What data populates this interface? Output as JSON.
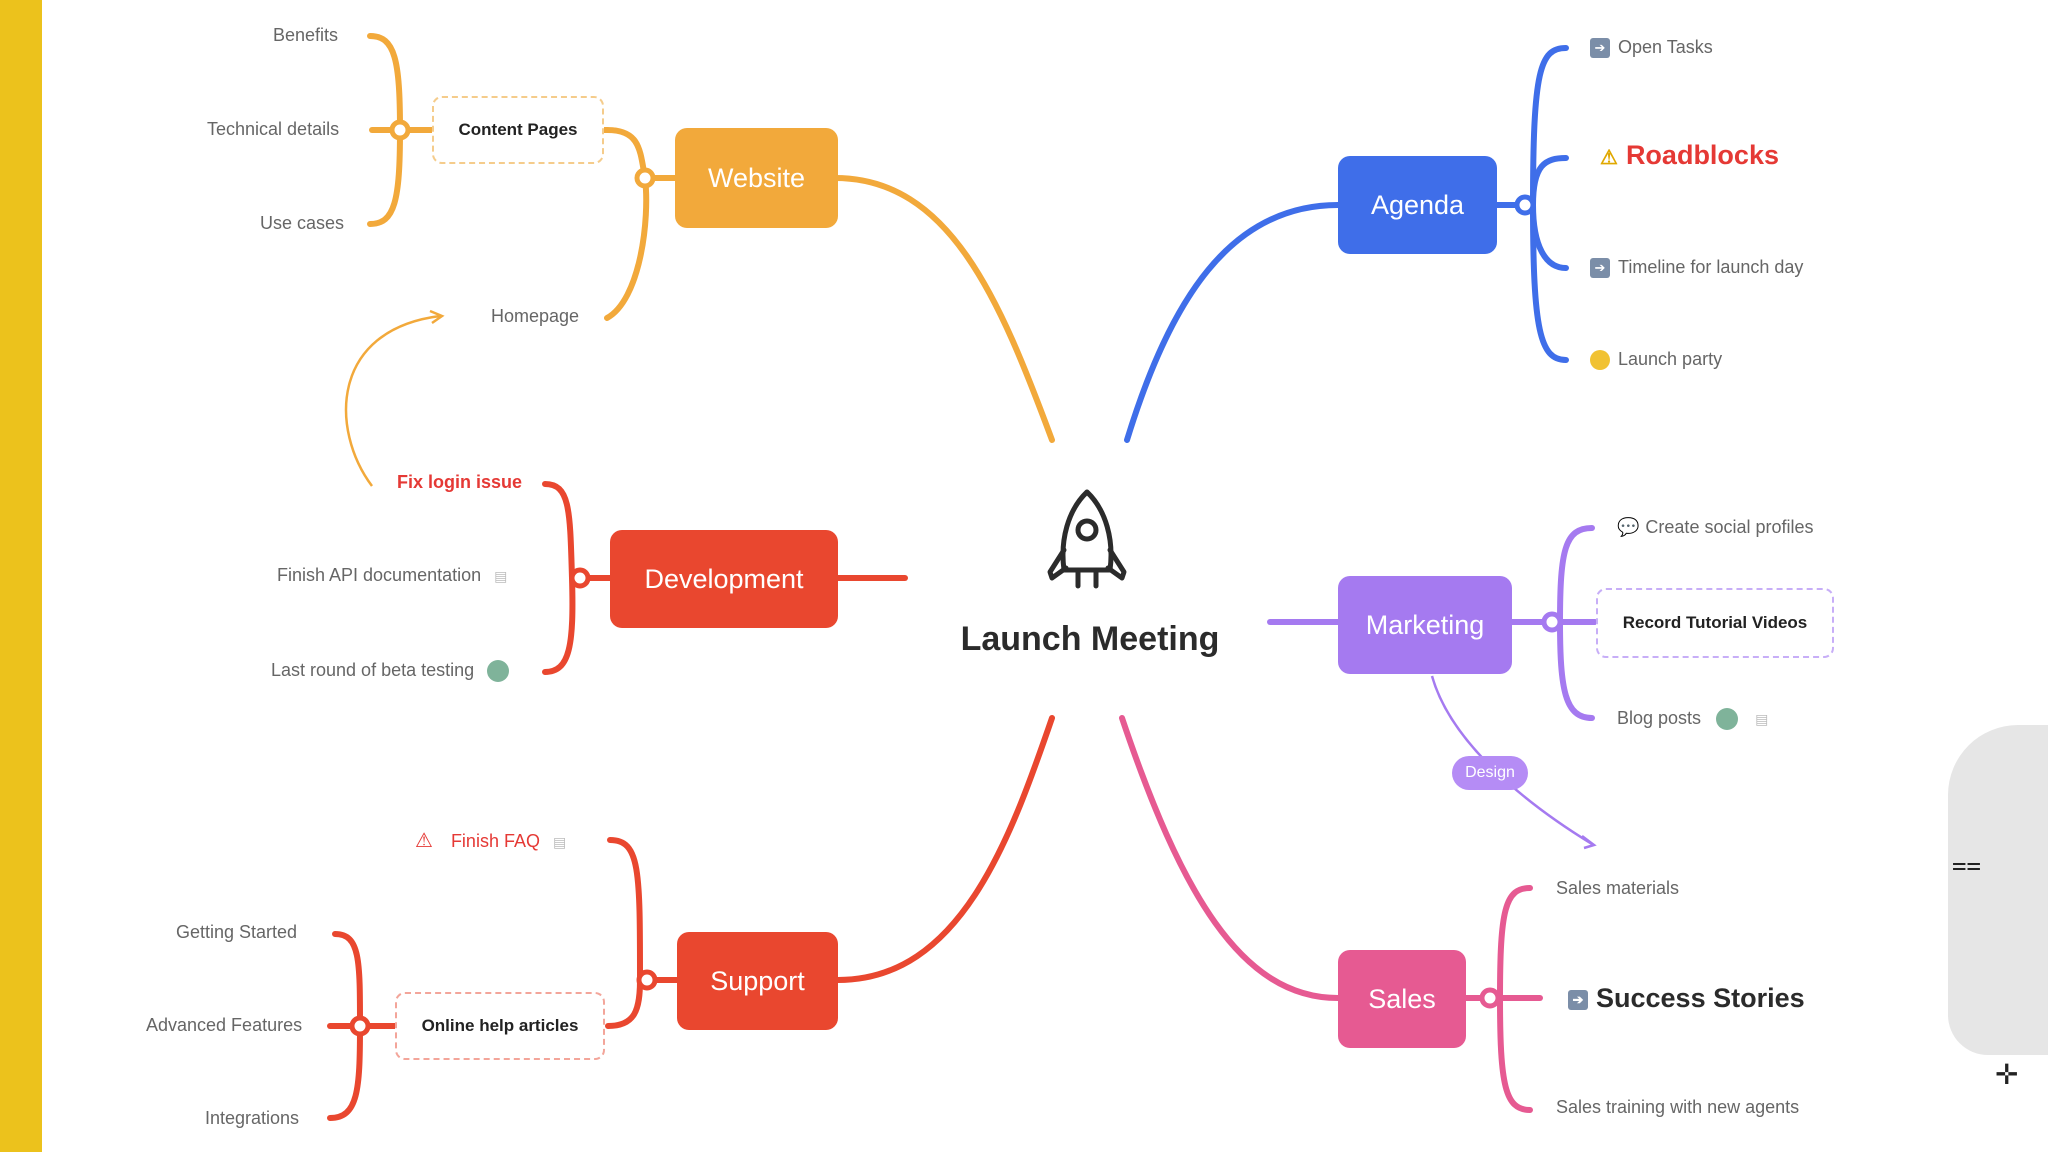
{
  "center": {
    "title": "Launch Meeting"
  },
  "branches": {
    "website": {
      "label": "Website",
      "color": "#f2a93b",
      "content_pages": "Content Pages",
      "items": [
        "Benefits",
        "Technical details",
        "Use cases"
      ],
      "homepage": "Homepage"
    },
    "development": {
      "label": "Development",
      "color": "#e9472f",
      "items": [
        "Fix login issue",
        "Finish API documentation",
        "Last round of beta testing"
      ]
    },
    "support": {
      "label": "Support",
      "color": "#e9472f",
      "finish_faq": "Finish FAQ",
      "online_help": "Online help articles",
      "items": [
        "Getting Started",
        "Advanced Features",
        "Integrations"
      ]
    },
    "agenda": {
      "label": "Agenda",
      "color": "#3f6ee9",
      "items": [
        "Open Tasks",
        "Roadblocks",
        "Timeline for launch day",
        "Launch party"
      ]
    },
    "marketing": {
      "label": "Marketing",
      "color": "#a57af0",
      "items": [
        "Create social profiles",
        "Record Tutorial Videos",
        "Blog posts"
      ],
      "tag": "Design"
    },
    "sales": {
      "label": "Sales",
      "color": "#e65a92",
      "items": [
        "Sales materials",
        "Success Stories",
        "Sales training with new agents"
      ]
    }
  },
  "colors": {
    "yellow_bar": "#ecc21c",
    "red_text": "#e53935"
  }
}
